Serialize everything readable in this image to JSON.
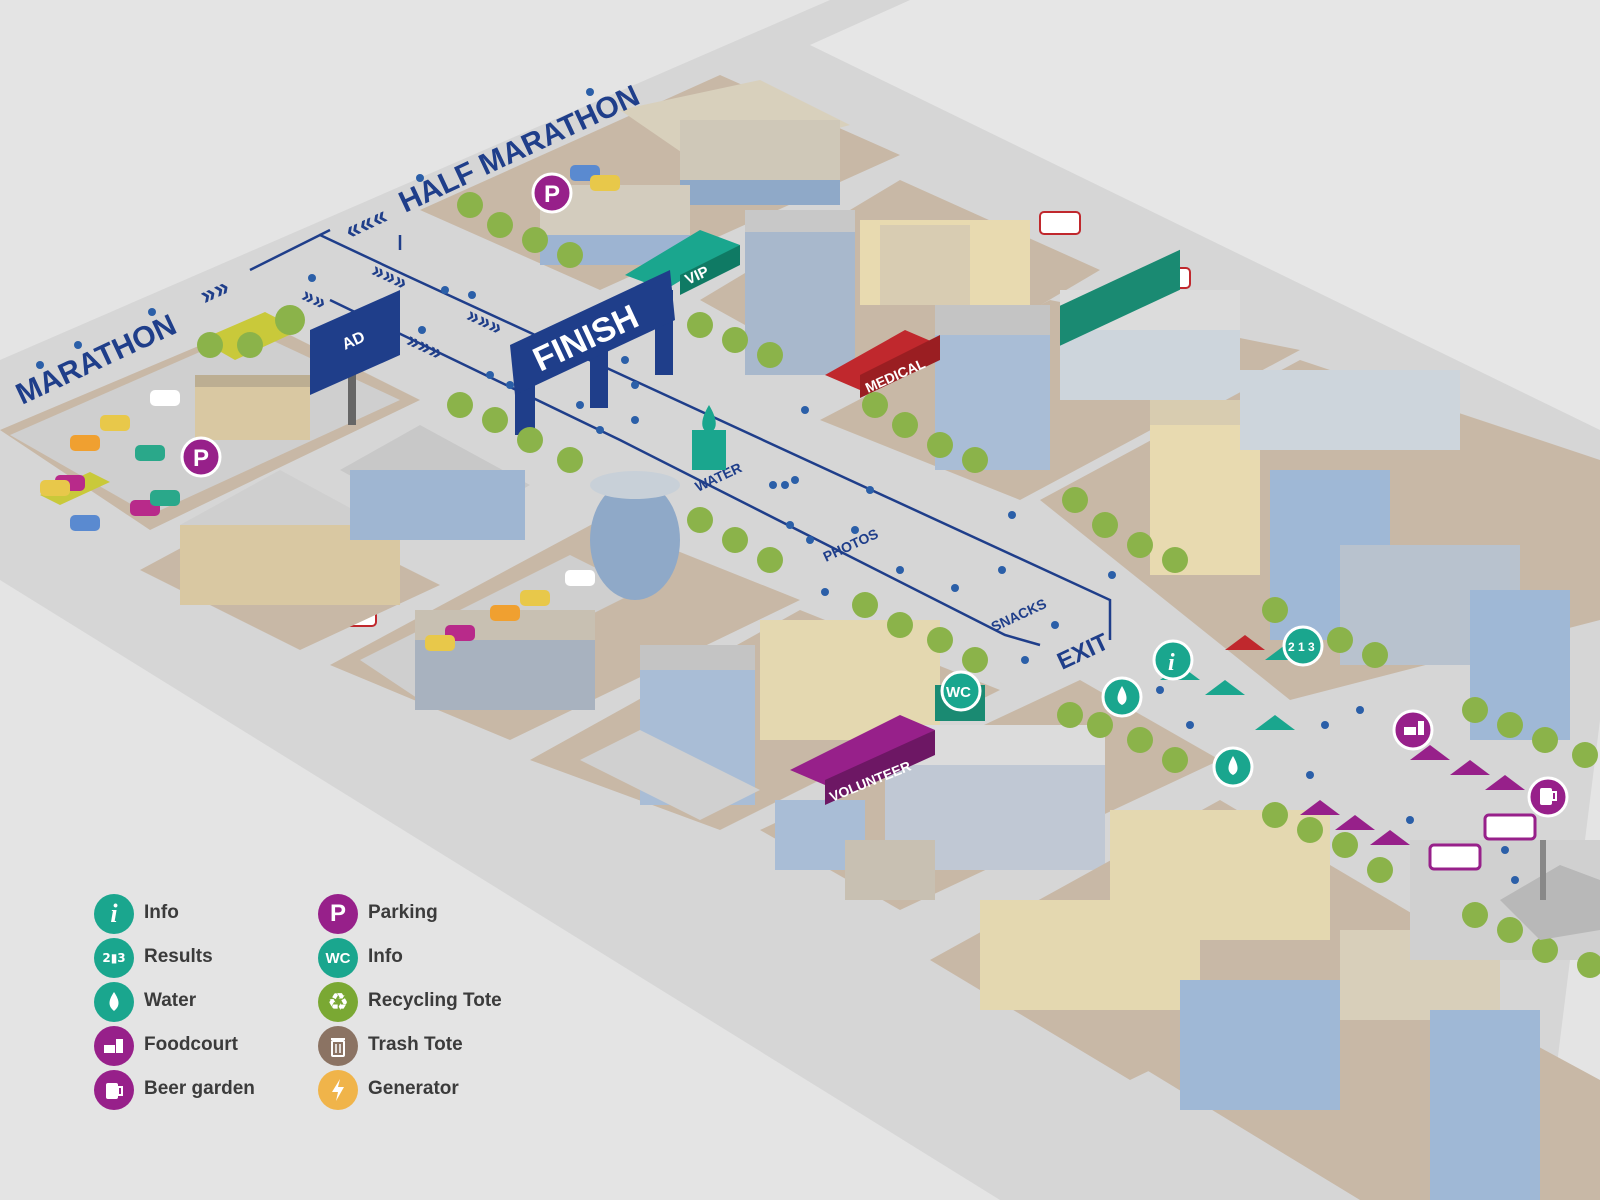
{
  "map": {
    "route_labels": {
      "marathon": "MARATHON",
      "half_marathon": "HALF MARATHON"
    },
    "finish": "FINISH",
    "ad": "AD",
    "vip": "VIP",
    "medical": "MEDICAL",
    "volunteer": "VOLUNTEER",
    "water": "WATER",
    "photos": "PHOTOS",
    "snacks": "SNACKS",
    "exit": "EXIT",
    "parking_letter": "P",
    "wc": "WC",
    "info_glyph": "i",
    "results_glyph": "2 1 3"
  },
  "legend": {
    "left": [
      {
        "label": "Info",
        "icon": "info-icon",
        "color": "#1aa68e",
        "glyph": "i"
      },
      {
        "label": "Results",
        "icon": "results-podium-icon",
        "color": "#1aa68e",
        "glyph": "213"
      },
      {
        "label": "Water",
        "icon": "water-drop-icon",
        "color": "#1aa68e",
        "glyph": "💧"
      },
      {
        "label": "Foodcourt",
        "icon": "foodcourt-icon",
        "color": "#97208a",
        "glyph": "🍔"
      },
      {
        "label": "Beer garden",
        "icon": "beer-mug-icon",
        "color": "#97208a",
        "glyph": "🍺"
      }
    ],
    "right": [
      {
        "label": "Parking",
        "icon": "parking-icon",
        "color": "#97208a",
        "glyph": "P"
      },
      {
        "label": "Info",
        "icon": "wc-icon",
        "color": "#1aa68e",
        "glyph": "WC"
      },
      {
        "label": "Recycling Tote",
        "icon": "recycling-icon",
        "color": "#7aa833",
        "glyph": "♻"
      },
      {
        "label": "Trash Tote",
        "icon": "trash-icon",
        "color": "#8b7363",
        "glyph": "🗑"
      },
      {
        "label": "Generator",
        "icon": "lightning-icon",
        "color": "#f0b44a",
        "glyph": "⚡"
      }
    ]
  },
  "colors": {
    "navy": "#1f3e8a",
    "teal": "#1aa68e",
    "purple": "#97208a",
    "red": "#c0282d",
    "ground": "#d9d9d9",
    "block": "#c8b8a6"
  }
}
